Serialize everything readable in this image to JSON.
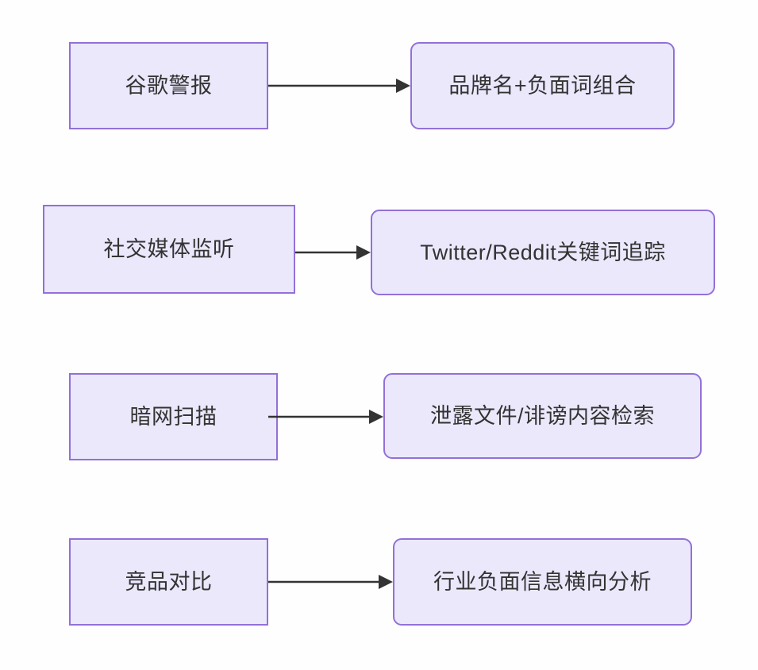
{
  "diagram": {
    "type": "flowchart",
    "direction": "left-to-right",
    "background_color": "#fefefe",
    "node_fill_color": "#ebe8fc",
    "node_border_color": "#9370d8",
    "node_text_color": "#333333",
    "edge_color": "#333333",
    "rows": [
      {
        "id": "row-1",
        "source": {
          "label": "谷歌警报",
          "shape": "rectangle"
        },
        "target": {
          "label": "品牌名+负面词组合",
          "shape": "rounded-rectangle"
        },
        "edge": {
          "arrow": "single",
          "style": "solid"
        }
      },
      {
        "id": "row-2",
        "source": {
          "label": "社交媒体监听",
          "shape": "rectangle"
        },
        "target": {
          "label": "Twitter/Reddit关键词追踪",
          "shape": "rounded-rectangle"
        },
        "edge": {
          "arrow": "single",
          "style": "solid"
        }
      },
      {
        "id": "row-3",
        "source": {
          "label": "暗网扫描",
          "shape": "rectangle"
        },
        "target": {
          "label": "泄露文件/诽谤内容检索",
          "shape": "rounded-rectangle"
        },
        "edge": {
          "arrow": "single",
          "style": "solid"
        }
      },
      {
        "id": "row-4",
        "source": {
          "label": "竞品对比",
          "shape": "rectangle"
        },
        "target": {
          "label": "行业负面信息横向分析",
          "shape": "rounded-rectangle"
        },
        "edge": {
          "arrow": "single",
          "style": "solid"
        }
      }
    ]
  }
}
